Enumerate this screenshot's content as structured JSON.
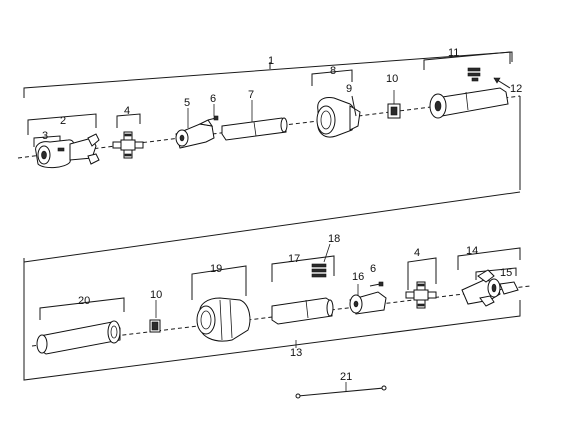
{
  "diagram": {
    "type": "exploded-parts-diagram",
    "callouts": {
      "c1": "1",
      "c2": "2",
      "c3": "3",
      "c4a": "4",
      "c5": "5",
      "c6a": "6",
      "c7": "7",
      "c8": "8",
      "c9": "9",
      "c10a": "10",
      "c11": "11",
      "c12": "12",
      "c13": "13",
      "c14": "14",
      "c15": "15",
      "c16": "16",
      "c6b": "6",
      "c4b": "4",
      "c17": "17",
      "c18": "18",
      "c19": "19",
      "c10b": "10",
      "c20": "20",
      "c21": "21"
    },
    "parts": [
      {
        "id": "yoke-end",
        "upper": true
      },
      {
        "id": "cross-kit",
        "upper": true
      },
      {
        "id": "inner-yoke",
        "upper": true
      },
      {
        "id": "profile-tube",
        "upper": true
      },
      {
        "id": "guard-cone",
        "upper": true
      },
      {
        "id": "bearing-ring",
        "upper": true
      },
      {
        "id": "outer-tube",
        "upper": true
      },
      {
        "id": "outer-tube",
        "upper": false
      },
      {
        "id": "guard-cone",
        "upper": false
      },
      {
        "id": "profile-tube",
        "upper": false
      },
      {
        "id": "inner-yoke",
        "upper": false
      },
      {
        "id": "cross-kit",
        "upper": false
      },
      {
        "id": "yoke-end",
        "upper": false
      },
      {
        "id": "safety-chain",
        "upper": false
      }
    ]
  }
}
